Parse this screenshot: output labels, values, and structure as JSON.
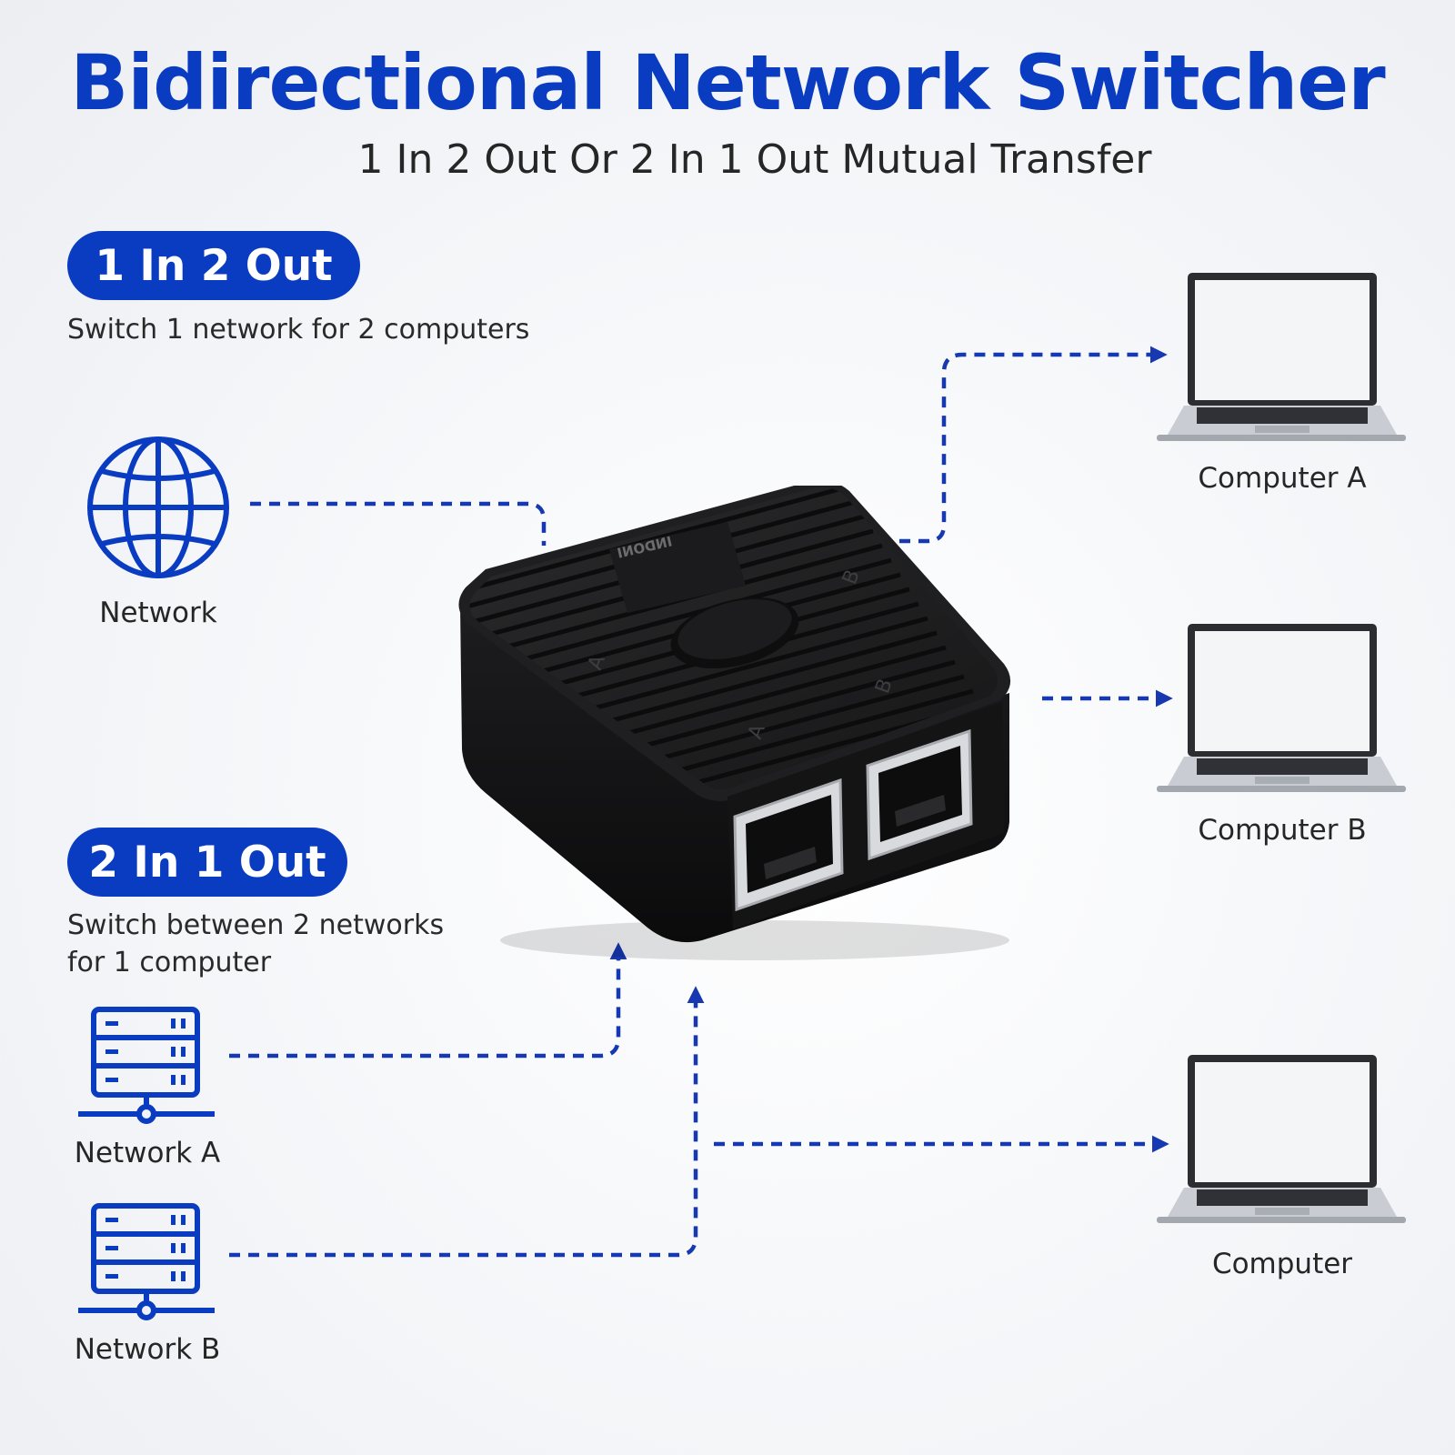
{
  "header": {
    "title": "Bidirectional Network Switcher",
    "subtitle": "1 In 2 Out Or 2 In 1 Out Mutual Transfer"
  },
  "mode_one": {
    "badge": "1 In 2 Out",
    "description": "Switch 1 network for 2 computers",
    "source_label": "Network",
    "targets": [
      "Computer A",
      "Computer B"
    ]
  },
  "mode_two": {
    "badge": "2 In 1 Out",
    "description_line1": "Switch between 2 networks",
    "description_line2": "for 1 computer",
    "sources": [
      "Network A",
      "Network B"
    ],
    "target_label": "Computer"
  },
  "device": {
    "brand_text": "INDONI",
    "port_labels": [
      "A",
      "B"
    ]
  },
  "colors": {
    "accent": "#0a3cc2",
    "dash": "#1638b0",
    "device": "#121212",
    "text": "#262626"
  },
  "icons": {
    "network": "globe-icon",
    "server": "server-icon",
    "computer": "laptop-icon"
  }
}
